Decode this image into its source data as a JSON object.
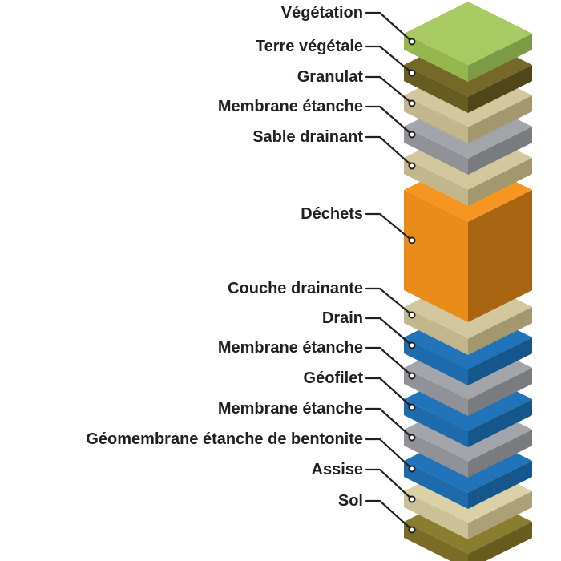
{
  "diagram": {
    "type": "isometric-layer-stack",
    "subject": "landfill cross-section (French)",
    "background": "#ffffff",
    "line_color": "#231f20",
    "text_color": "#231f20",
    "marker_fill": "#ffffff",
    "layers": [
      {
        "label": "Végétation",
        "material": "vegetation",
        "size": "thin",
        "colors": {
          "top": "#a7ca62",
          "left": "#96b750",
          "right": "#7d9a44"
        }
      },
      {
        "label": "Terre végétale",
        "material": "topsoil",
        "size": "thin",
        "colors": {
          "top": "#756829",
          "left": "#665b21",
          "right": "#51461a"
        }
      },
      {
        "label": "Granulat",
        "material": "aggregate",
        "size": "thin",
        "colors": {
          "top": "#d2c79d",
          "left": "#c2b68c",
          "right": "#a3976d"
        }
      },
      {
        "label": "Membrane étanche",
        "material": "membrane",
        "size": "thin",
        "colors": {
          "top": "#a4a5aa",
          "left": "#919297",
          "right": "#7a7b7f"
        }
      },
      {
        "label": "Sable drainant",
        "material": "drainage-sand",
        "size": "thin",
        "colors": {
          "top": "#d2c79d",
          "left": "#c2b68c",
          "right": "#a3976d"
        }
      },
      {
        "label": "Déchets",
        "material": "waste",
        "size": "block",
        "colors": {
          "top": "#f6951f",
          "left": "#e98c1a",
          "right": "#a96511"
        }
      },
      {
        "label": "Couche drainante",
        "material": "drainage-layer",
        "size": "thin",
        "colors": {
          "top": "#d2c79d",
          "left": "#c2b68c",
          "right": "#a3976d"
        }
      },
      {
        "label": "Drain",
        "material": "drain",
        "size": "thin",
        "colors": {
          "top": "#2174ba",
          "left": "#1d6bad",
          "right": "#15568c"
        }
      },
      {
        "label": "Membrane étanche",
        "material": "membrane",
        "size": "thin",
        "colors": {
          "top": "#a4a5aa",
          "left": "#919297",
          "right": "#7a7b7f"
        }
      },
      {
        "label": "Géofilet",
        "material": "geonet",
        "size": "thin",
        "colors": {
          "top": "#2174ba",
          "left": "#1d6bad",
          "right": "#15568c"
        }
      },
      {
        "label": "Membrane étanche",
        "material": "membrane",
        "size": "thin",
        "colors": {
          "top": "#a4a5aa",
          "left": "#919297",
          "right": "#7a7b7f"
        }
      },
      {
        "label": "Géomembrane étanche de bentonite",
        "material": "bentonite-geomembrane",
        "size": "thin",
        "colors": {
          "top": "#2174ba",
          "left": "#1d6bad",
          "right": "#15568c"
        }
      },
      {
        "label": "Assise",
        "material": "base-layer",
        "size": "thin",
        "colors": {
          "top": "#dbd1a6",
          "left": "#ccc196",
          "right": "#aba077"
        }
      },
      {
        "label": "Sol",
        "material": "soil",
        "size": "thin",
        "colors": {
          "top": "#8a7d2f",
          "left": "#786c26",
          "right": "#675c1e"
        }
      }
    ]
  }
}
